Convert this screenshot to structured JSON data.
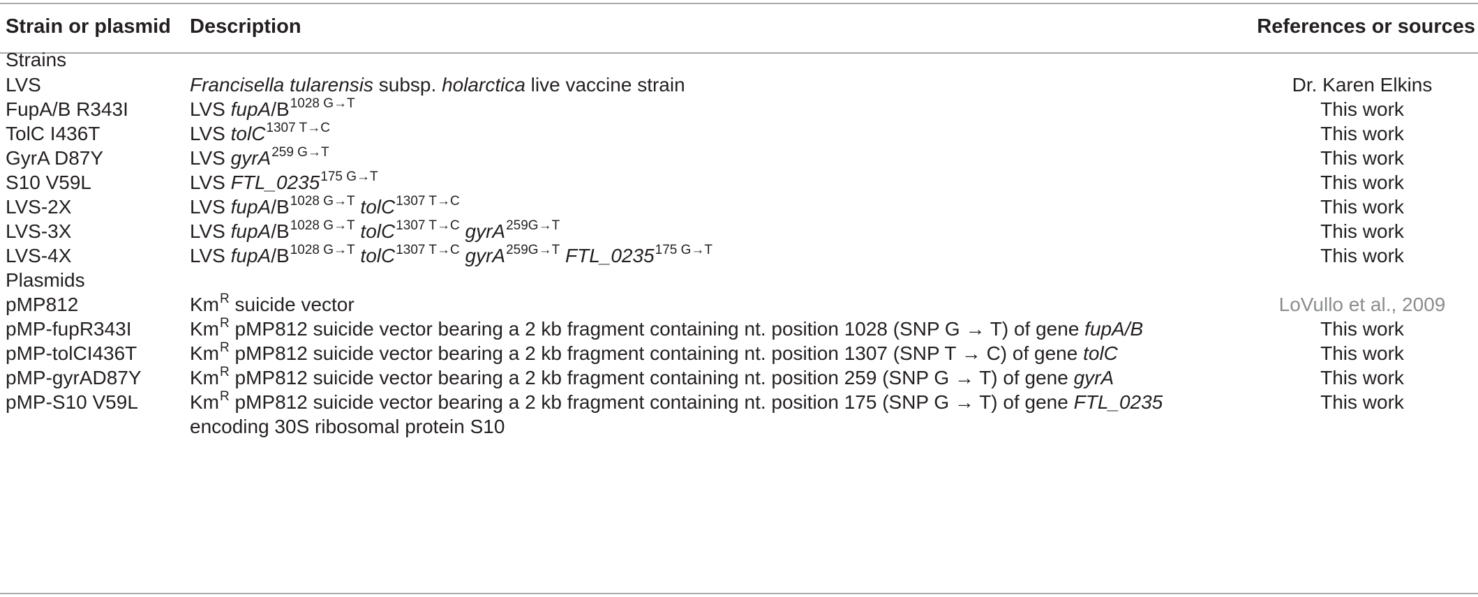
{
  "headers": {
    "strain": "Strain or plasmid",
    "description": "Description",
    "references": "References or sources"
  },
  "sections": {
    "strains": "Strains",
    "plasmids": "Plasmids"
  },
  "strains": [
    {
      "name": "LVS",
      "ref": "Dr. Karen Elkins",
      "desc": {
        "italic1": "Francisella tularensis",
        "mid": " subsp. ",
        "italic2": "holarctica",
        "tail": " live vaccine strain"
      }
    },
    {
      "name": "FupA/B R343I",
      "ref": "This work",
      "desc": {
        "p": "LVS ",
        "g1": "fupA",
        "g1b": "/B",
        "s1": "1028 G→T"
      }
    },
    {
      "name": "TolC I436T",
      "ref": "This work",
      "desc": {
        "p": "LVS ",
        "g1": "tolC",
        "s1": "1307 T→C"
      }
    },
    {
      "name": "GyrA D87Y",
      "ref": "This work",
      "desc": {
        "p": "LVS ",
        "g1": "gyrA",
        "s1": "259 G→T"
      }
    },
    {
      "name": "S10 V59L",
      "ref": "This work",
      "desc": {
        "p": "LVS ",
        "g1": "FTL_0235",
        "s1": "175 G→T"
      }
    },
    {
      "name": "LVS-2X",
      "ref": "This work",
      "desc": {
        "p": "LVS ",
        "g1": "fupA",
        "g1b": "/B",
        "s1": "1028 G→T",
        "g2": "tolC",
        "s2": "1307 T→C"
      }
    },
    {
      "name": "LVS-3X",
      "ref": "This work",
      "desc": {
        "p": "LVS ",
        "g1": "fupA",
        "g1b": "/B",
        "s1": "1028 G→T",
        "g2": "tolC",
        "s2": "1307 T→C",
        "g3": "gyrA",
        "s3": "259G→T"
      }
    },
    {
      "name": "LVS-4X",
      "ref": "This work",
      "desc": {
        "p": "LVS ",
        "g1": "fupA",
        "g1b": "/B",
        "s1": "1028 G→T",
        "g2": "tolC",
        "s2": "1307 T→C",
        "g3": "gyrA",
        "s3": "259G→T",
        "g4": "FTL_0235",
        "s4": "175 G→T"
      }
    }
  ],
  "plasmids": [
    {
      "name": "pMP812",
      "ref": "LoVullo et al., 2009",
      "desc": {
        "km": "Km",
        "r": "R",
        "text": " suicide vector",
        "gene": ""
      }
    },
    {
      "name": "pMP-fupR343I",
      "ref": "This work",
      "desc": {
        "km": "Km",
        "r": "R",
        "text": " pMP812 suicide vector bearing a 2 kb fragment containing nt. position 1028 (SNP G → T) of gene ",
        "gene": "fupA/B"
      }
    },
    {
      "name": "pMP-tolCI436T",
      "ref": "This work",
      "desc": {
        "km": "Km",
        "r": "R",
        "text": " pMP812 suicide vector bearing a 2 kb fragment containing nt. position 1307 (SNP T → C) of gene ",
        "gene": "tolC"
      }
    },
    {
      "name": "pMP-gyrAD87Y",
      "ref": "This work",
      "desc": {
        "km": "Km",
        "r": "R",
        "text": " pMP812 suicide vector bearing a 2 kb fragment containing nt. position 259 (SNP G → T) of gene ",
        "gene": "gyrA"
      }
    },
    {
      "name": "pMP-S10 V59L",
      "ref": "This work",
      "desc": {
        "km": "Km",
        "r": "R",
        "text": " pMP812 suicide vector bearing a 2 kb fragment containing nt. position 175 (SNP G → T) of gene ",
        "gene": "FTL_0235",
        "line2": "encoding 30S ribosomal protein S10"
      }
    }
  ]
}
